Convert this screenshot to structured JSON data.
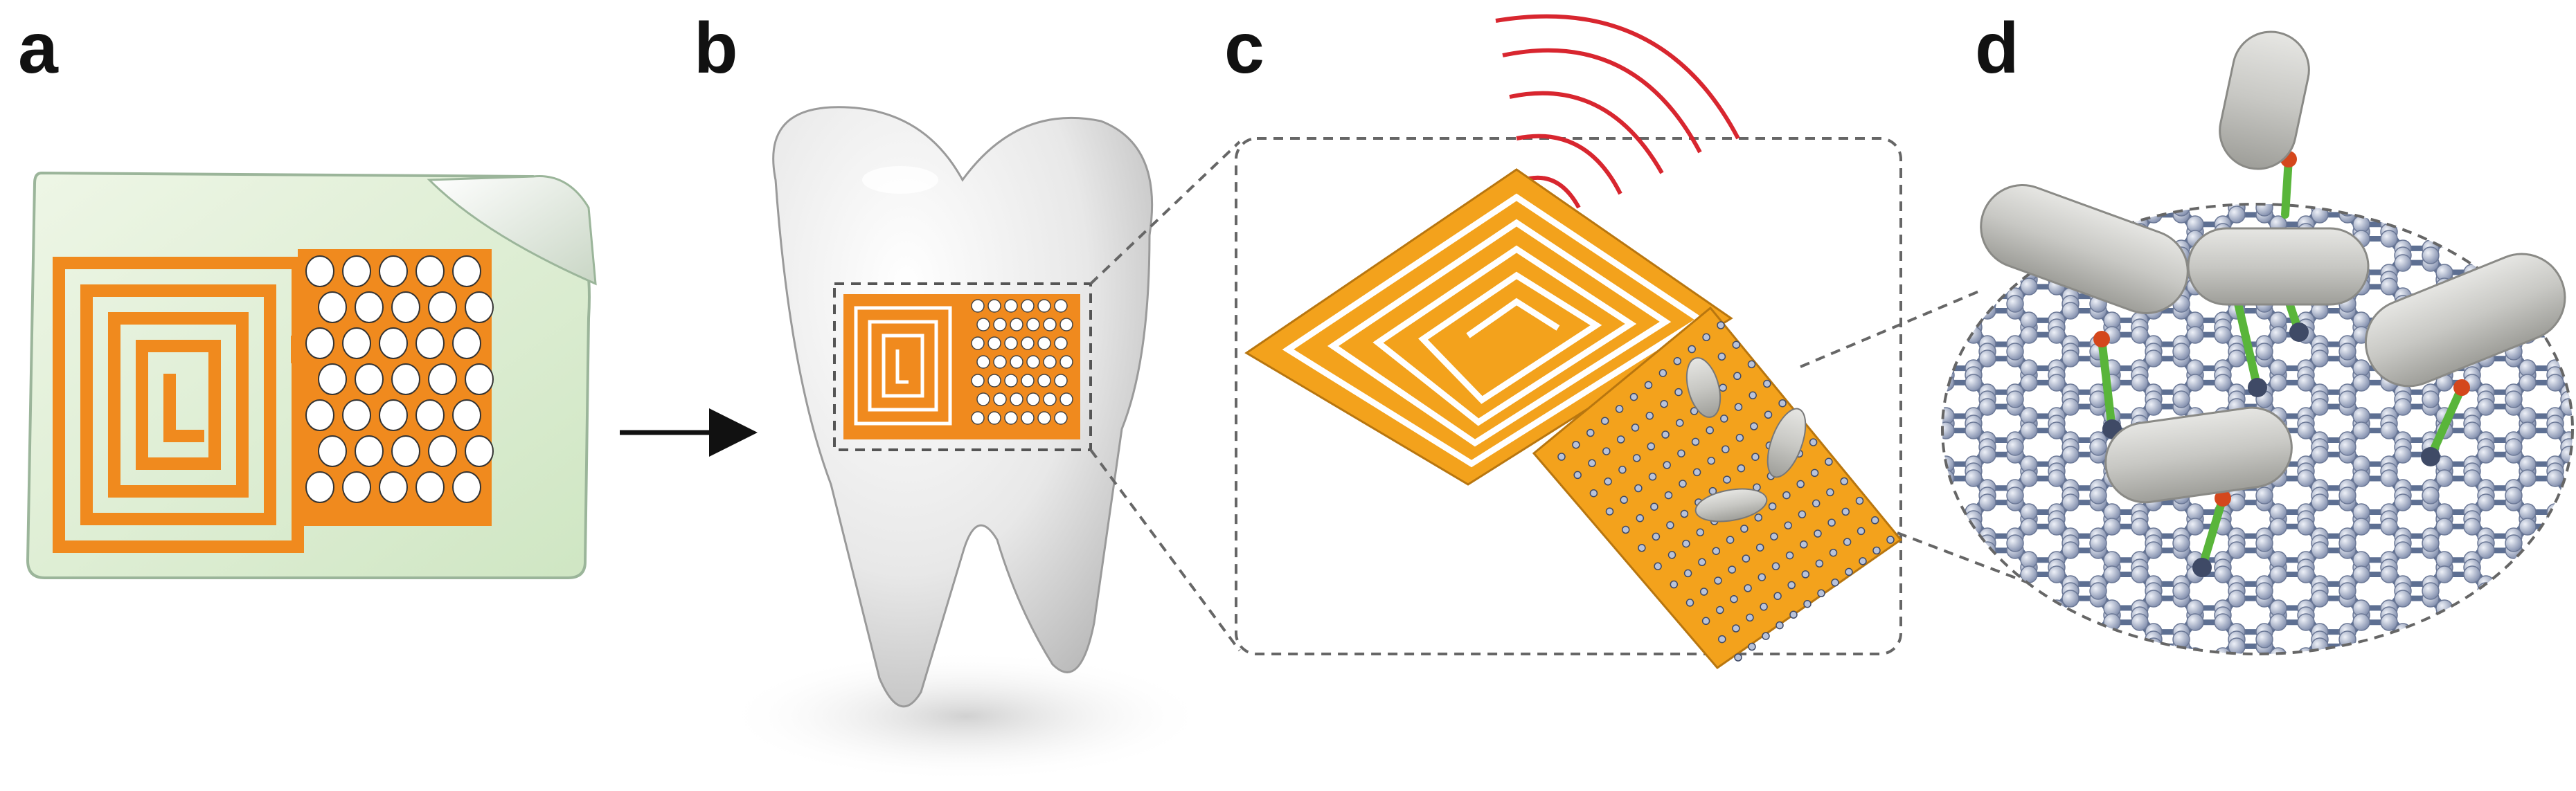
{
  "panels": [
    {
      "label": "a"
    },
    {
      "label": "b"
    },
    {
      "label": "c"
    },
    {
      "label": "d"
    }
  ],
  "colors": {
    "gold": "#f3a21c",
    "orange": "#f08a1e",
    "substrate": "#dcebd0",
    "wireless": "#d8262f",
    "lattice": "#5d6f92",
    "node": "#b9c3da",
    "linker": "#59b53a",
    "linker-end": "#d4471c",
    "bacteria": "#c9c9c5",
    "outline": "#666666"
  }
}
